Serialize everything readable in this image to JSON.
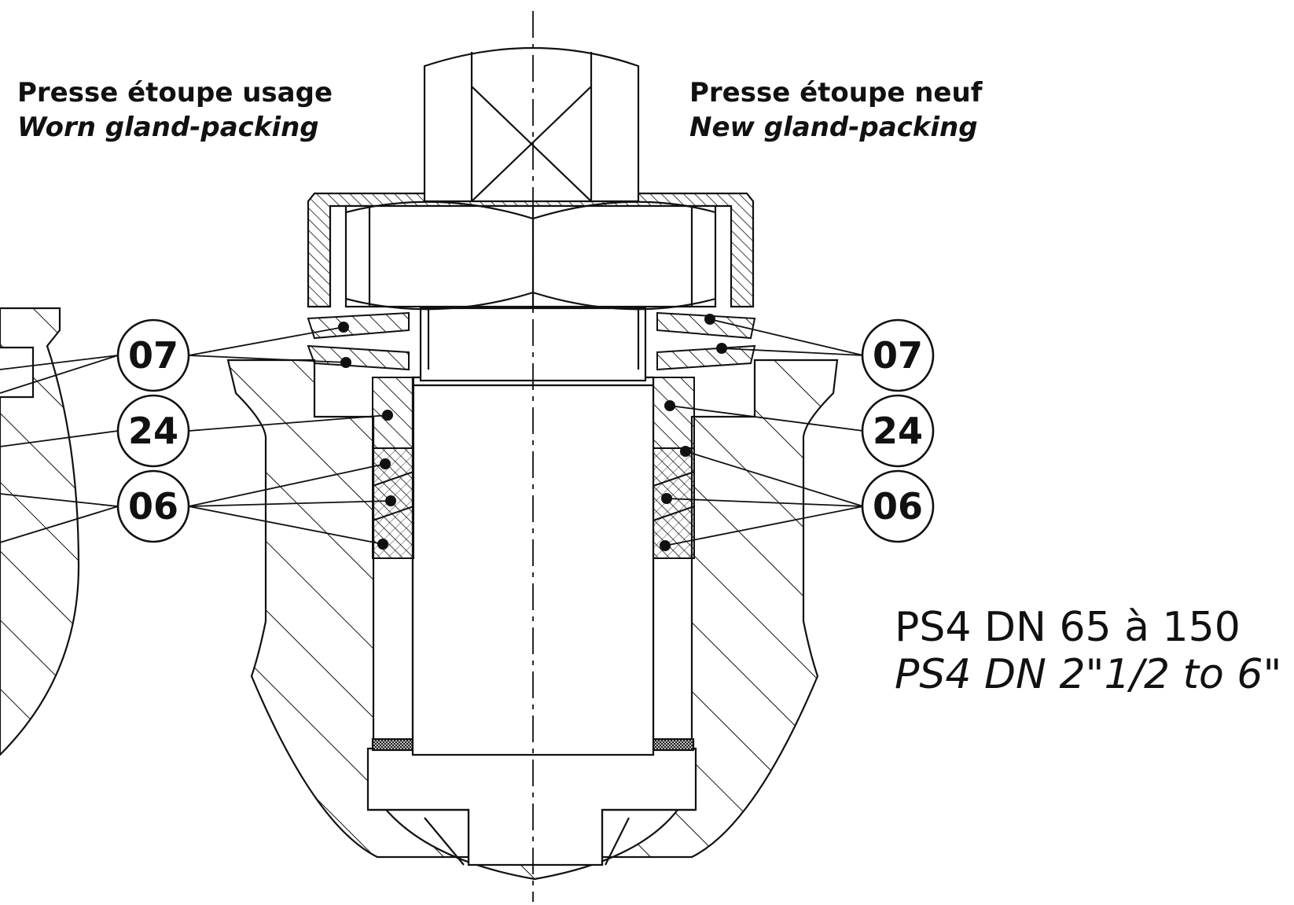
{
  "labels": {
    "worn": {
      "fr": "Presse étoupe usage",
      "en": "Worn gland-packing"
    },
    "new": {
      "fr": "Presse étoupe neuf",
      "en": "New gland-packing"
    }
  },
  "model": {
    "fr": "PS4 DN 65 à 150",
    "en": "PS4 DN 2\"1/2 to 6\""
  },
  "callouts": {
    "left": [
      "07",
      "24",
      "06"
    ],
    "right": [
      "07",
      "24",
      "06"
    ]
  },
  "colors": {
    "line": "#111111",
    "background": "#ffffff"
  }
}
